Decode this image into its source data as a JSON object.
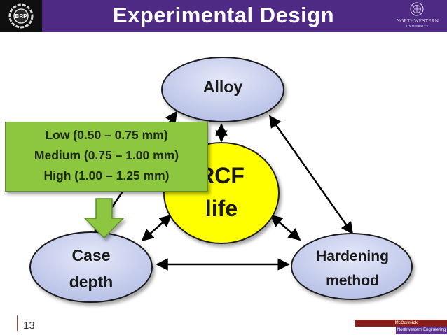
{
  "header": {
    "title": "Experimental Design",
    "left_logo": "brp-logo",
    "right_logo": {
      "name": "NORTHWESTERN",
      "subtitle": "UNIVERSITY"
    }
  },
  "nodes": {
    "alloy": "Alloy",
    "rcf_line1": "RCF",
    "rcf_line2": "life",
    "case_line1": "Case",
    "case_line2": "depth",
    "hardening_line1": "Hardening",
    "hardening_line2": "method"
  },
  "callout": {
    "lines": [
      "Low (0.50 – 0.75 mm)",
      "Medium (0.75 – 1.00 mm)",
      "High (1.00 – 1.25 mm)"
    ]
  },
  "footer": {
    "page_number": "13",
    "brand_top": "McCormick",
    "brand_bottom": "Northwestern Engineering"
  },
  "colors": {
    "title_bar": "#4e2a84",
    "node_fill": "#c9d0ee",
    "center_fill": "#ffff00",
    "callout_fill": "#8dc63f",
    "arrow_fill": "#8dc63f"
  }
}
